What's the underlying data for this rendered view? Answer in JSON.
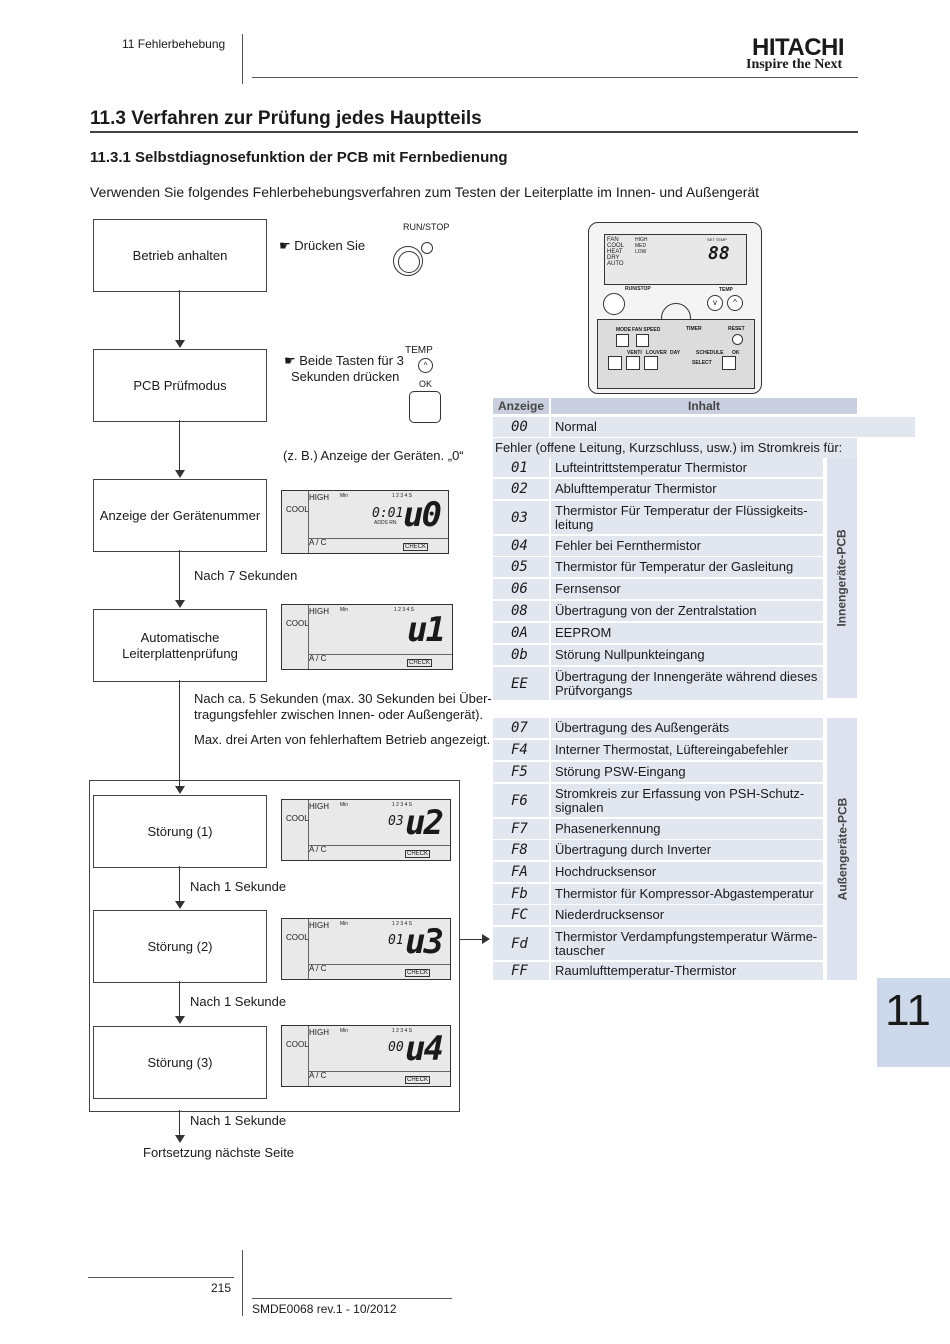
{
  "header": {
    "chapter": "11  Fehlerbehebung",
    "brand": "HITACHI",
    "tagline": "Inspire the Next"
  },
  "section_title": "11.3  Verfahren zur Prüfung jedes Hauptteils",
  "subsection_title": "11.3.1  Selbstdiagnosefunktion der PCB mit Fernbedienung",
  "intro": "Verwenden Sie folgendes Fehlerbehebungsverfahren zum Testen der Leiterplatte im Innen- und Außengerät",
  "flow": {
    "step1": "Betrieb anhalten",
    "step1_hint": "☛ Drücken Sie",
    "runstop": "RUN/STOP",
    "step2": "PCB Prüfmodus",
    "step2_hint_1": "☛ Beide Tasten für 3",
    "step2_hint_2": "Sekunden drücken",
    "temp": "TEMP",
    "ok": "OK",
    "display_hint": "(z. B.) Anzeige der Geräten. „0“",
    "step3": "Anzeige der Gerätenummer",
    "after7": "Nach 7 Sekunden",
    "step4_1": "Automatische",
    "step4_2": "Leiterplattenprüfung",
    "note1_1": "Nach ca. 5 Sekunden (max. 30 Sekunden bei Über-",
    "note1_2": "tragungsfehler zwischen Innen- oder Außengerät).",
    "note2": "Max. drei Arten von fehlerhaftem Betrieb angezeigt.",
    "err1": "Störung (1)",
    "err2": "Störung (2)",
    "err3": "Störung (3)",
    "after1a": "Nach 1 Sekunde",
    "after1b": "Nach 1 Sekunde",
    "after1c": "Nach 1 Sekunde",
    "continue": "Fortsetzung nächste Seite"
  },
  "lcd": {
    "high": "HIGH",
    "cool": "COOL",
    "ac": "A / C",
    "check": "CHECK",
    "min": "Min",
    "nums": "1 2 3 4 S",
    "d0_mid": "0:01",
    "d0_sub": "ADDS RN",
    "d0_big": "u0",
    "d1_big": "u1",
    "d2_mid": "03",
    "d2_big": "u2",
    "d3_mid": "01",
    "d3_big": "u3",
    "d4_mid": "00",
    "d4_big": "u4"
  },
  "remote": {
    "runstop": "RUN/STOP",
    "temp": "TEMP",
    "mode": "MODE",
    "fan_speed": "FAN SPEED",
    "timer": "TIMER",
    "reset": "RESET",
    "venti": "VENTI",
    "louver": "LOUVER",
    "day": "DAY",
    "schedule": "SCHEDULE",
    "select": "SELECT",
    "ok": "OK",
    "lcd_modes": "FAN\nCOOL\nHEAT\nDRY\nAUTO",
    "lcd_speeds": "HIGH\nMED\nLOW",
    "set_temp": "SET TEMP",
    "big": "88"
  },
  "table": {
    "head_code": "Anzeige",
    "head_content": "Inhalt",
    "normal_code": "00",
    "normal_text": "Normal",
    "fault_line": "Fehler (offene Leitung, Kurzschluss, usw.) im Stromkreis für:",
    "indoor_label": "Innengeräte-PCB",
    "outdoor_label": "Außengeräte-PCB",
    "indoor": [
      {
        "code": "01",
        "text": "Lufteintrittstemperatur Thermistor"
      },
      {
        "code": "02",
        "text": "Ablufttemperatur Thermistor"
      },
      {
        "code": "03",
        "text": "Thermistor Für Temperatur der Flüssigkeits-leitung"
      },
      {
        "code": "04",
        "text": "Fehler bei Fernthermistor"
      },
      {
        "code": "05",
        "text": "Thermistor für Temperatur der Gasleitung"
      },
      {
        "code": "06",
        "text": "Fernsensor"
      },
      {
        "code": "08",
        "text": "Übertragung von der Zentralstation"
      },
      {
        "code": "0A",
        "text": "EEPROM"
      },
      {
        "code": "0b",
        "text": "Störung Nullpunkteingang"
      },
      {
        "code": "EE",
        "text": "Übertragung der Innengeräte während dieses Prüfvorgangs"
      }
    ],
    "outdoor": [
      {
        "code": "07",
        "text": "Übertragung des Außengeräts"
      },
      {
        "code": "F4",
        "text": "Interner Thermostat, Lüftereingabefehler"
      },
      {
        "code": "F5",
        "text": "Störung PSW-Eingang"
      },
      {
        "code": "F6",
        "text": "Stromkreis zur Erfassung von PSH-Schutz-signalen"
      },
      {
        "code": "F7",
        "text": "Phasenerkennung"
      },
      {
        "code": "F8",
        "text": "Übertragung durch Inverter"
      },
      {
        "code": "FA",
        "text": "Hochdrucksensor"
      },
      {
        "code": "Fb",
        "text": "Thermistor für Kompressor-Abgastemperatur"
      },
      {
        "code": "FC",
        "text": "Niederdrucksensor"
      },
      {
        "code": "Fd",
        "text": "Thermistor Verdampfungstemperatur Wärme-tauscher"
      },
      {
        "code": "FF",
        "text": "Raumlufttemperatur-Thermistor"
      }
    ]
  },
  "tab_number": "11",
  "footer": {
    "page": "215",
    "doc": "SMDE0068 rev.1 - 10/2012"
  }
}
